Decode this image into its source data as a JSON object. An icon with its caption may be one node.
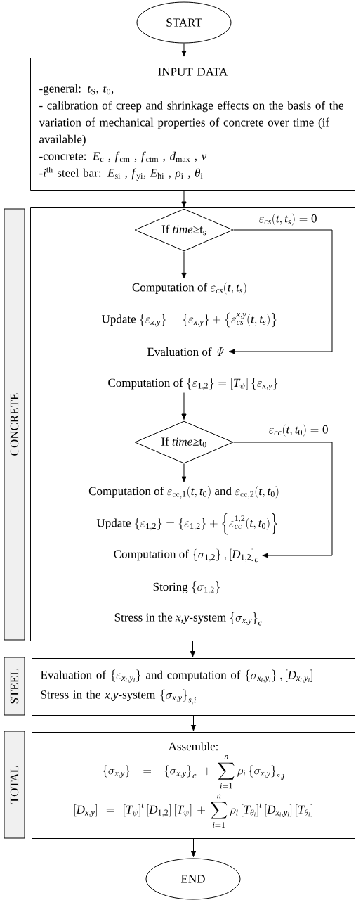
{
  "diagram": {
    "nodes": [
      {
        "text": [
          "START"
        ]
      },
      {
        "text": [
          "INPUT DATA",
          "-general: *t*$_{S}$, *t*$_{0}$,",
          "- calibration of creep and shrinkage effects on the basis of the variation of mechanical properties of concrete over time (if available)",
          "-concrete: *E*$_{c}$ , *f*$_{cm}$ , *f*$_{ctm}$ , *d*$_{max}$ , *ν*",
          "-*i*$^{th}$ steel bar: *E*$_{si}$ , *f*$_{yi}$, *E*$_{hi}$ , *ρ*$_{i}$ , *θ*$_{i}$"
        ]
      },
      {
        "text": [
          "CONCRETE"
        ]
      },
      {
        "text": [
          "If *time*≥t$_{s}$"
        ],
        "in": 2
      },
      {
        "text": [
          "Computation of",
          "\\varepsilon_{cs}(t,t_s)"
        ],
        "in": 2
      },
      {
        "text": [
          "Update",
          "\\left\\{\\varepsilon_{x,y}\\right\\}=\\left\\{\\varepsilon_{x,y}\\right\\}+\\left\\{\\varepsilon^{x,y}_{cs}(t,t_s)\\right\\}"
        ],
        "in": 2
      },
      {
        "text": [
          "Evaluation of",
          "\\mathit{\\Psi}"
        ],
        "in": 2
      },
      {
        "text": [
          "Computation of",
          "\\left\\{\\varepsilon_{1,2}\\right\\}=\\left[T_{\\psi}\\right]\\left\\{\\varepsilon_{x,y}\\right\\}"
        ],
        "in": 2
      },
      {
        "text": [
          "If *time*≥t$_{0}$"
        ],
        "in": 2
      },
      {
        "text": [
          "Computation of",
          "\\varepsilon_{\\mathrm{cc},1}(t,t_0)",
          "and",
          "\\varepsilon_{\\mathrm{cc},2}(t,t_0)"
        ],
        "in": 2
      },
      {
        "text": [
          "Update",
          "\\left\\{\\varepsilon_{1,2}\\right\\}=\\left\\{\\varepsilon_{1,2}\\right\\}+\\left\\{\\varepsilon^{1,2}_{cc}(t,t_0)\\right\\}"
        ],
        "in": 2
      },
      {
        "text": [
          "Computation of",
          "\\left\\{\\sigma_{1,2}\\right\\},\\left[D_{1,2}\\right]_c"
        ],
        "in": 2
      },
      {
        "text": [
          "Storing",
          "\\left\\{\\sigma_{1,2}\\right\\}"
        ],
        "in": 2
      },
      {
        "text": [
          "Stress in the *x*,*y*-system",
          "\\left\\{\\sigma_{x,y}\\right\\}_c"
        ],
        "in": 2
      },
      {
        "text": [
          "STEEL",
          "Evaluation of",
          "\\left\\{\\varepsilon_{x_i,y_i}\\right\\}",
          "and computation of",
          "\\left\\{\\sigma_{x_i,y_i}\\right\\},\\left[D_{x_i,y_i}\\right]",
          "Stress in the *x*,*y*-system",
          "\\left\\{\\sigma_{x,y}\\right\\}_{s,i}"
        ]
      },
      {
        "text": [
          "TOTAL",
          "Assemble:",
          "\\left\\{\\sigma_{x,y}\\right\\}=\\left\\{\\sigma_{x,y}\\right\\}_c+\\sum_{i=1}^{n}\\rho_i\\left\\{\\sigma_{x,y}\\right\\}_{s,j}",
          "\\left[D_{x,y}\\right]=\\left[T_{\\psi}\\right]^t\\left[D_{1,2}\\right]\\left[T_{\\psi}\\right]+\\sum_{i=1}^{n}\\rho_i\\left[T_{\\theta_i}\\right]^t\\left[D_{x_i,y_i}\\right]\\left[T_{\\theta_i}\\right]"
        ]
      },
      {
        "text": [
          "END"
        ]
      }
    ],
    "edges": [
      {
        "from": 0,
        "to": 1,
        "arrow": "to"
      },
      {
        "from": 1,
        "to": 3,
        "arrow": "to"
      },
      {
        "from": 3,
        "to": 4,
        "arrow": "to"
      },
      {
        "from": 3,
        "to": 6,
        "arrow": "to",
        "label": "\\varepsilon_{cs}(t,t_s)=0"
      },
      {
        "from": 7,
        "to": 8,
        "arrow": "to"
      },
      {
        "from": 8,
        "to": 9,
        "arrow": "to"
      },
      {
        "from": 8,
        "to": 11,
        "arrow": "to",
        "label": "\\varepsilon_{cc}(t,t_0)=0"
      },
      {
        "from": 2,
        "to": 14,
        "arrow": "to"
      },
      {
        "from": 14,
        "to": 15,
        "arrow": "to"
      },
      {
        "from": 15,
        "to": 16,
        "arrow": "to"
      }
    ]
  }
}
